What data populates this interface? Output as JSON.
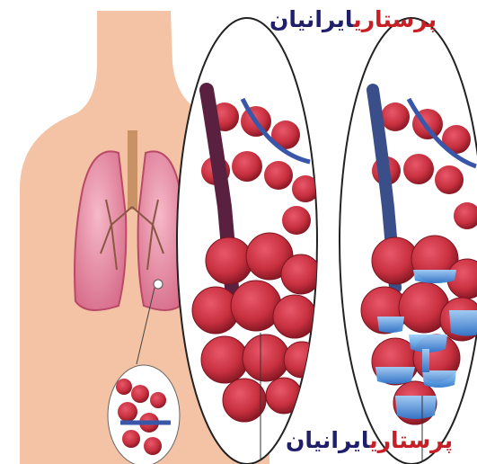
{
  "image": {
    "subject": "lung-alveoli-fluid-illustration",
    "logo_top": {
      "word1": "پرستاری",
      "word2": "ایرانیان",
      "tagline": ""
    },
    "logo_bottom": {
      "word1": "پرستاری",
      "word2": "ایرانیان",
      "tagline": ""
    },
    "colors": {
      "skin": "#f4c3a5",
      "lung": "#e88ba3",
      "alveolus": "#c8303f",
      "fluid": "#5aa6e6",
      "vessel": "#3a56a8",
      "brand_red": "#c62026",
      "brand_navy": "#1f1f6b"
    }
  }
}
